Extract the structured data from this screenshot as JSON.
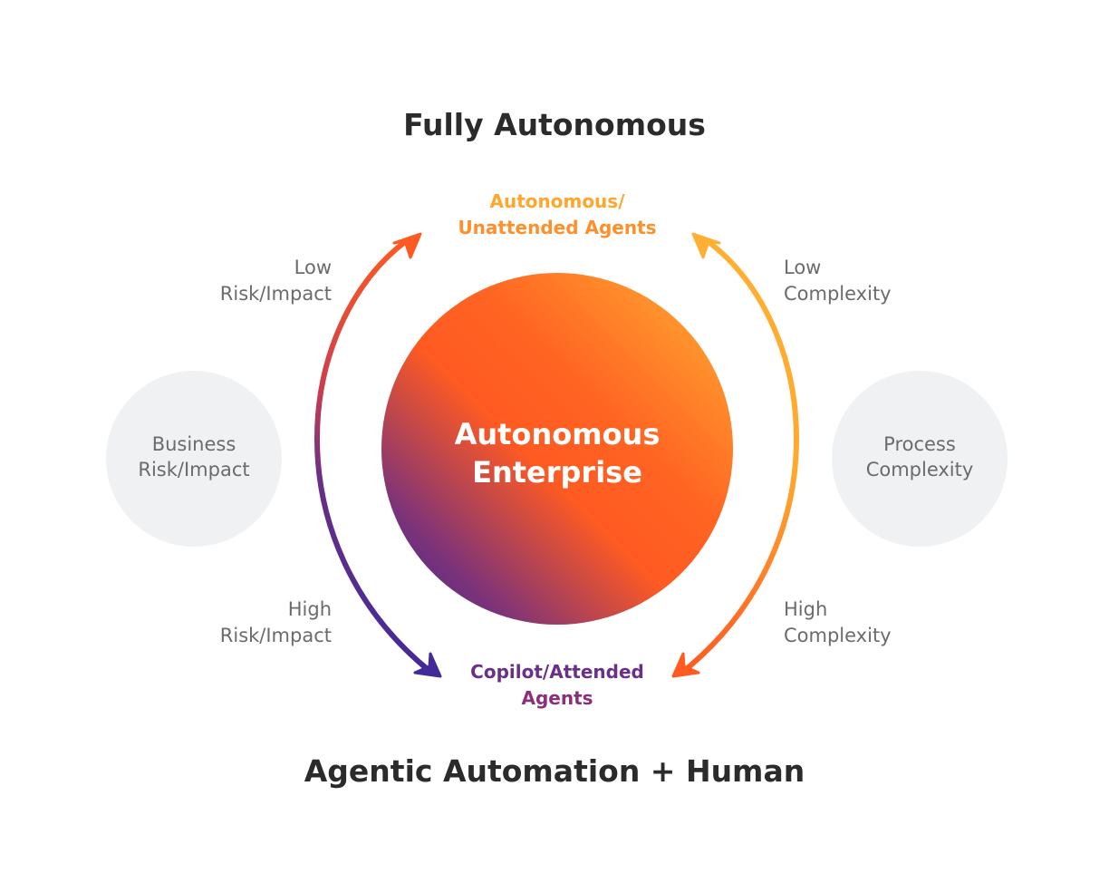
{
  "top_title": "Fully Autonomous",
  "bottom_title": "Agentic Automation + Human",
  "center": {
    "line1": "Autonomous",
    "line2": "Enterprise"
  },
  "top_mode": {
    "line1": "Autonomous/",
    "line2": "Unattended Agents"
  },
  "bottom_mode": {
    "line1": "Copilot/Attended",
    "line2": "Agents"
  },
  "left_circle": {
    "line1": "Business",
    "line2": "Risk/Impact"
  },
  "right_circle": {
    "line1": "Process",
    "line2": "Complexity"
  },
  "left_top": {
    "line1": "Low",
    "line2": "Risk/Impact"
  },
  "left_bottom": {
    "line1": "High",
    "line2": "Risk/Impact"
  },
  "right_top": {
    "line1": "Low",
    "line2": "Complexity"
  },
  "right_bottom": {
    "line1": "High",
    "line2": "Complexity"
  },
  "colors": {
    "orange": "#ff5a22",
    "amber": "#ffae33",
    "purple": "#4b2a93",
    "side_circle": "#eff1f2",
    "text_dark": "#2b2b2b",
    "text_gray": "#6b6b6b"
  }
}
